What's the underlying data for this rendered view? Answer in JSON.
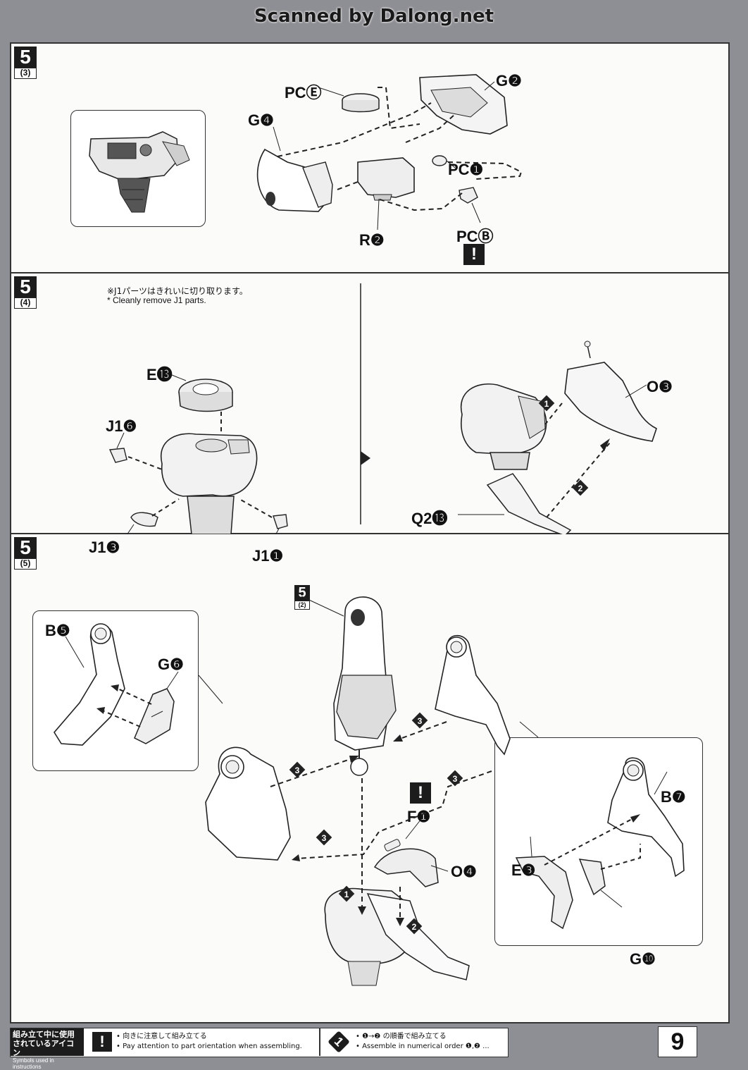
{
  "watermark": "Scanned by Dalong.net",
  "panels": [
    {
      "step_number": "5",
      "step_sub": "(3)",
      "labels": {
        "pce": "PCⒺ",
        "g2": "G❷",
        "g4": "G❹",
        "pc1": "PC❶",
        "r2": "R❷",
        "pcb": "PCⒷ"
      },
      "warning_icon": "!"
    },
    {
      "step_number": "5",
      "step_sub": "(4)",
      "note_jp": "※J1パーツはきれいに切り取ります。",
      "note_en": "* Cleanly remove J1 parts.",
      "labels": {
        "e13": "E⓭",
        "j16": "J1❻",
        "j13": "J1❸",
        "j11": "J1❶",
        "o3": "O❸",
        "q213": "Q2⓭"
      },
      "order_marks": [
        "1",
        "2"
      ]
    },
    {
      "step_number": "5",
      "step_sub": "(5)",
      "ref_step_number": "5",
      "ref_step_sub": "(2)",
      "labels": {
        "b5": "B❺",
        "g6": "G❻",
        "f1": "F❶",
        "o4": "O❹",
        "b7": "B❼",
        "e3": "E❸",
        "g10": "G❿"
      },
      "warning_icon": "!",
      "order_marks": [
        "3",
        "3",
        "3",
        "3",
        "1",
        "2"
      ]
    }
  ],
  "footer": {
    "legend_title_jp": "組み立て中に使用されているアイコン",
    "legend_title_en": "Symbols used in instructions",
    "warning_icon": "!",
    "warning_jp": "• 向きに注意して組み立てる",
    "warning_en": "• Pay attention to part orientation when assembling.",
    "order_icon": "1",
    "order_jp": "• ❶→❷ の順番で組み立てる",
    "order_en": "• Assemble in numerical order ❶,❷ ..."
  },
  "page_number": "9"
}
